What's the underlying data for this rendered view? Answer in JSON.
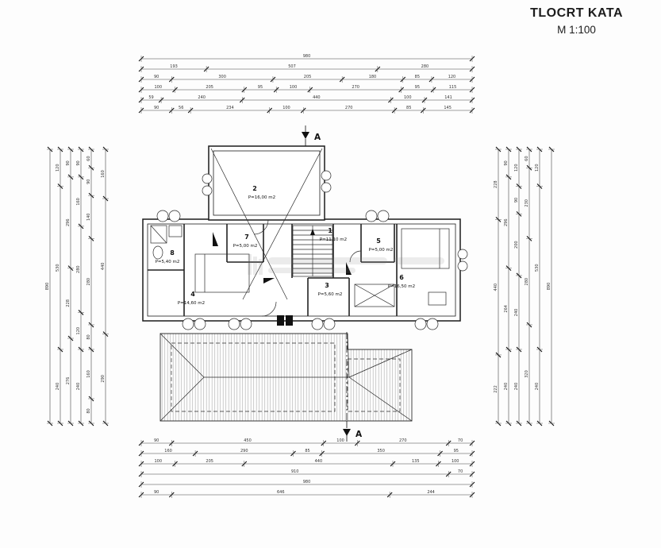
{
  "title": {
    "name": "TLOCRT KATA",
    "scale": "M 1:100"
  },
  "section": {
    "top": "A",
    "bottom": "A"
  },
  "rooms": [
    {
      "num": "2",
      "area": "P=16,00 m2"
    },
    {
      "num": "7",
      "area": "P=5,00 m2"
    },
    {
      "num": "1",
      "area": "P=11,10 m2"
    },
    {
      "num": "5",
      "area": "P=5,00 m2"
    },
    {
      "num": "8",
      "area": "P=5,40 m2"
    },
    {
      "num": "4",
      "area": "P=14,60 m2"
    },
    {
      "num": "3",
      "area": "P=5,60 m2"
    },
    {
      "num": "6",
      "area": "P=16,50 m2"
    }
  ],
  "dimensions": {
    "top": [
      [
        "980"
      ],
      [
        "193",
        "507",
        "280"
      ],
      [
        "90",
        "300",
        "205",
        "180",
        "85",
        "120"
      ],
      [
        "100",
        "205",
        "95",
        "100",
        "270",
        "95",
        "115"
      ],
      [
        "59",
        "240",
        "440",
        "100",
        "141"
      ],
      [
        "90",
        "56",
        "234",
        "100",
        "270",
        "85",
        "145"
      ]
    ],
    "bottom": [
      [
        "90",
        "450",
        "100",
        "270",
        "70"
      ],
      [
        "160",
        "290",
        "85",
        "350",
        "95"
      ],
      [
        "100",
        "205",
        "440",
        "135",
        "100"
      ],
      [
        "910",
        "70"
      ],
      [
        "980"
      ],
      [
        "90",
        "646",
        "244"
      ]
    ],
    "left": [
      [
        "890"
      ],
      [
        "120",
        "530",
        "240"
      ],
      [
        "90",
        "296",
        "228",
        "276"
      ],
      [
        "90",
        "160",
        "280",
        "120",
        "240"
      ],
      [
        "60",
        "90",
        "140",
        "280",
        "80",
        "160",
        "80"
      ],
      [
        "160",
        "440",
        "290"
      ]
    ],
    "right": [
      [
        "228",
        "440",
        "222"
      ],
      [
        "90",
        "296",
        "264",
        "240"
      ],
      [
        "120",
        "90",
        "200",
        "240",
        "240"
      ],
      [
        "60",
        "230",
        "280",
        "320"
      ],
      [
        "120",
        "530",
        "240"
      ],
      [
        "890"
      ]
    ]
  }
}
